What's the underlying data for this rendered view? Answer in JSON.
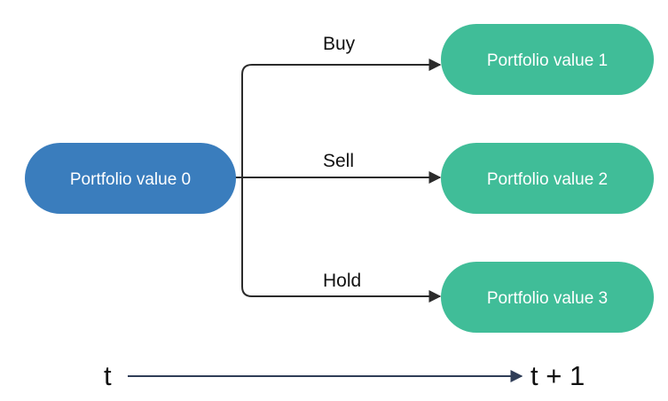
{
  "colors": {
    "source_node": "#3a7dbd",
    "target_node": "#40bd98",
    "connector": "#2b2b2b",
    "timeline": "#2f3d57",
    "label_text": "#111111"
  },
  "source": {
    "label": "Portfolio value 0"
  },
  "actions": [
    {
      "edge_label": "Buy",
      "target_label": "Portfolio value 1"
    },
    {
      "edge_label": "Sell",
      "target_label": "Portfolio value 2"
    },
    {
      "edge_label": "Hold",
      "target_label": "Portfolio value 3"
    }
  ],
  "timeline": {
    "start_label": "t",
    "end_label": "t + 1"
  }
}
